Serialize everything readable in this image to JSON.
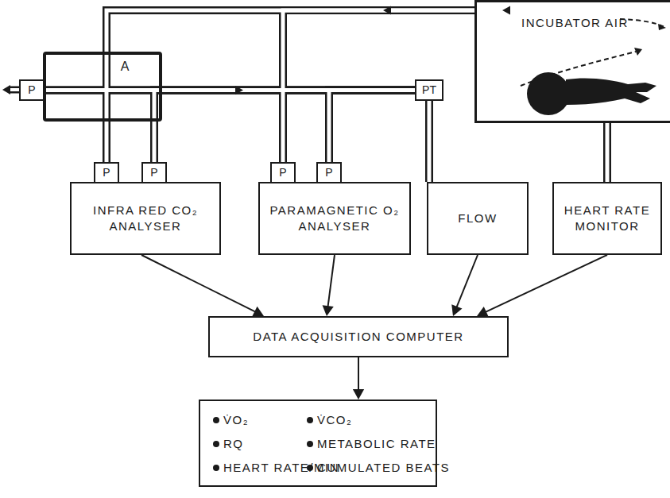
{
  "diagram": {
    "nodes": [
      {
        "text": [
          "INCUBATOR AIR"
        ]
      },
      {
        "text": [
          "A"
        ],
        "in": 0
      },
      {
        "text": [
          "P"
        ]
      },
      {
        "text": [
          "PT"
        ]
      },
      {
        "text": [
          "P"
        ]
      },
      {
        "text": [
          "P"
        ]
      },
      {
        "text": [
          "INFRA RED CO₂ ANALYSER"
        ]
      },
      {
        "text": [
          "P"
        ]
      },
      {
        "text": [
          "P"
        ]
      },
      {
        "text": [
          "PARAMAGNETIC O₂ ANALYSER"
        ]
      },
      {
        "text": [
          "FLOW"
        ]
      },
      {
        "text": [
          "HEART RATE MONITOR"
        ]
      },
      {
        "text": [
          "DATA ACQUISITION COMPUTER"
        ]
      },
      {
        "text": [
          "V̇O₂",
          "V̇CO₂",
          "RQ",
          "METABOLIC RATE",
          "HEART RATE/MIN",
          "CUMULATED BEATS"
        ]
      }
    ],
    "edges": [
      {
        "from": 0,
        "to": 4,
        "arrow": "none"
      },
      {
        "from": 0,
        "to": 7,
        "arrow": "none"
      },
      {
        "from": 1,
        "to": 3,
        "arrow": "to"
      },
      {
        "from": 3,
        "to": 2,
        "arrow": "none"
      },
      {
        "from": 3,
        "to": 5,
        "arrow": "none"
      },
      {
        "from": 3,
        "to": 8,
        "arrow": "none"
      },
      {
        "from": 3,
        "to": 10,
        "arrow": "none"
      },
      {
        "from": 0,
        "to": 11,
        "arrow": "none"
      },
      {
        "from": 6,
        "to": 12,
        "arrow": "to"
      },
      {
        "from": 9,
        "to": 12,
        "arrow": "to"
      },
      {
        "from": 10,
        "to": 12,
        "arrow": "to"
      },
      {
        "from": 11,
        "to": 12,
        "arrow": "to"
      },
      {
        "from": 12,
        "to": 13,
        "arrow": "to"
      }
    ]
  }
}
